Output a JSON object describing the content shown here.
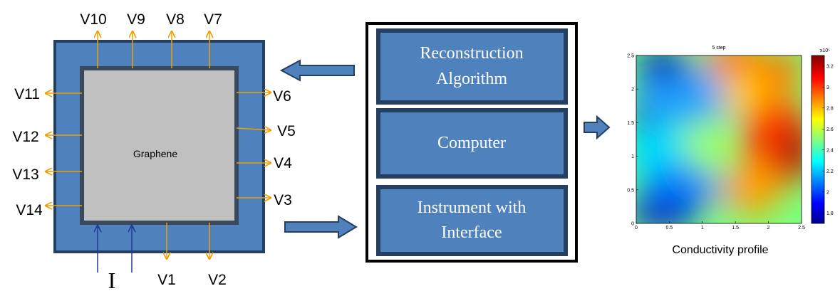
{
  "electrode_labels": [
    "V1",
    "V2",
    "V3",
    "V4",
    "V5",
    "V6",
    "V7",
    "V8",
    "V9",
    "V10",
    "V11",
    "V12",
    "V13",
    "V14"
  ],
  "current_label": "I",
  "sample_label": "Graphene",
  "system_blocks": [
    {
      "line1": "Reconstruction",
      "line2": "Algorithm"
    },
    {
      "line1": "Computer",
      "line2": ""
    },
    {
      "line1": "Instrument with",
      "line2": "Interface"
    }
  ],
  "map": {
    "title": "5 step",
    "caption": "Conductivity profile",
    "x_ticks": [
      "0",
      "0.5",
      "1",
      "1.5",
      "2",
      "2.5"
    ],
    "y_ticks": [
      "0",
      "0.5",
      "1",
      "1.5",
      "2",
      "2.5"
    ],
    "colorbar_ticks": [
      "1.8",
      "2",
      "2.2",
      "2.4",
      "2.6",
      "2.8",
      "3",
      "3.2"
    ],
    "colorbar_exponent": "x10⁵"
  },
  "colors": {
    "frame_blue": "#4f81bd",
    "frame_dark": "#243f60",
    "graphene_gray": "#c0c0c0",
    "electrode_orange": "#f0a000",
    "current_blue": "#1f3a93",
    "arrow_blue": "#3c6ea5"
  }
}
